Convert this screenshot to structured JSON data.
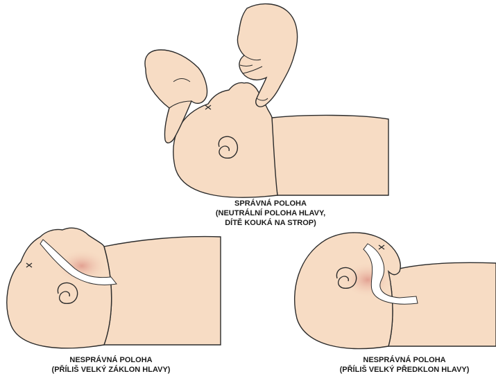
{
  "colors": {
    "skin": "#f7dcc4",
    "outline": "#2b2b2b",
    "redness": "#e6a89a",
    "airway": "#ffffff"
  },
  "panels": {
    "correct": {
      "title": "SPRÁVNÁ POLOHA",
      "line1": "(NEUTRÁLNÍ POLOHA HLAVY,",
      "line2": "DÍTĚ KOUKÁ NA STROP)"
    },
    "hyperextension": {
      "title": "NESPRÁVNÁ POLOHA",
      "line1": "(PŘÍLIŠ VELKÝ ZÁKLON HLAVY)"
    },
    "hyperflexion": {
      "title": "NESPRÁVNÁ POLOHA",
      "line1": "(PŘÍLIŠ VELKÝ PŘEDKLON HLAVY)"
    }
  },
  "icons": [
    "infant-head-neutral-icon",
    "rescuer-hands-icon",
    "infant-head-extended-icon",
    "infant-head-flexed-icon"
  ]
}
